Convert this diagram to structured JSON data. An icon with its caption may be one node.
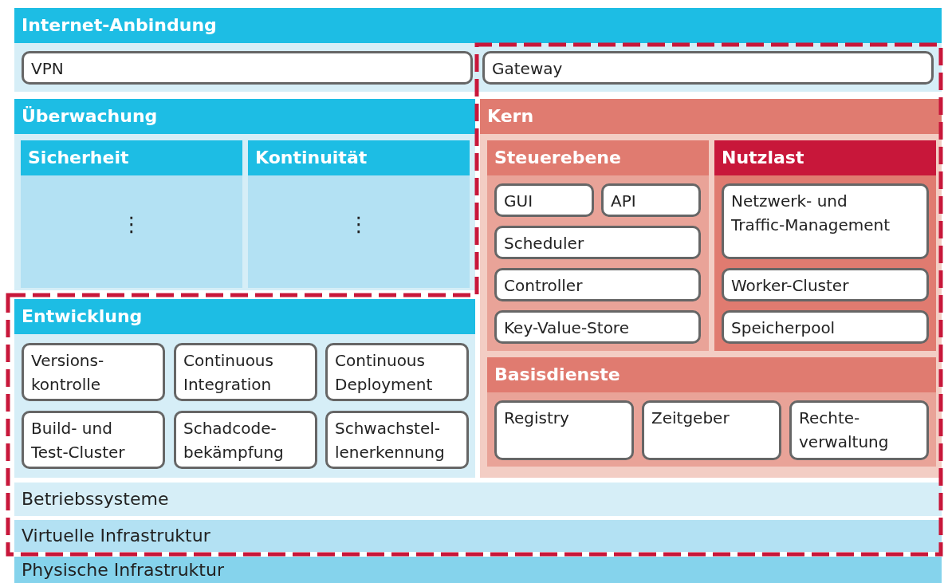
{
  "diagram": {
    "nodes": [
      {
        "text": [
          "Internet-Anbindung"
        ]
      },
      {
        "text": [
          "VPN"
        ],
        "in": 0
      },
      {
        "text": [
          "Gateway"
        ],
        "in": 0
      },
      {
        "text": [
          "Überwachung"
        ]
      },
      {
        "text": [
          "Sicherheit",
          "⋮"
        ],
        "in": 3
      },
      {
        "text": [
          "Kontinuität",
          "⋮"
        ],
        "in": 3
      },
      {
        "text": [
          "Kern"
        ]
      },
      {
        "text": [
          "Steuerebene"
        ],
        "in": 6
      },
      {
        "text": [
          "GUI"
        ],
        "in": 7
      },
      {
        "text": [
          "API"
        ],
        "in": 7
      },
      {
        "text": [
          "Scheduler"
        ],
        "in": 7
      },
      {
        "text": [
          "Controller"
        ],
        "in": 7
      },
      {
        "text": [
          "Key-Value-Store"
        ],
        "in": 7
      },
      {
        "text": [
          "Nutzlast"
        ],
        "in": 6
      },
      {
        "text": [
          "Netzwerk- und Traffic-Management"
        ],
        "in": 13
      },
      {
        "text": [
          "Worker-Cluster"
        ],
        "in": 13
      },
      {
        "text": [
          "Speicherpool"
        ],
        "in": 13
      },
      {
        "text": [
          "Basisdienste"
        ],
        "in": 6
      },
      {
        "text": [
          "Registry"
        ],
        "in": 17
      },
      {
        "text": [
          "Zeitgeber"
        ],
        "in": 17
      },
      {
        "text": [
          "Rechte- verwaltung"
        ],
        "in": 17
      },
      {
        "text": [
          "Entwicklung"
        ]
      },
      {
        "text": [
          "Versions- kontrolle"
        ],
        "in": 21
      },
      {
        "text": [
          "Continuous Integration"
        ],
        "in": 21
      },
      {
        "text": [
          "Continuous Deployment"
        ],
        "in": 21
      },
      {
        "text": [
          "Build- und Test-Cluster"
        ],
        "in": 21
      },
      {
        "text": [
          "Schadcode- bekämpfung"
        ],
        "in": 21
      },
      {
        "text": [
          "Schwachstel- lenerkennung"
        ],
        "in": 21
      },
      {
        "text": [
          "Betriebssysteme"
        ]
      },
      {
        "text": [
          "Virtuelle Infrastruktur"
        ]
      },
      {
        "text": [
          "Physische Infrastruktur"
        ]
      }
    ]
  }
}
